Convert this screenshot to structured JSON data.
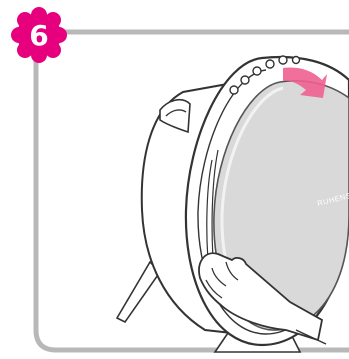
{
  "step": {
    "number": "6",
    "badge_color": "#e6007e"
  },
  "device": {
    "brand_text": "RUHENS",
    "cover_color": "#d9d9d9",
    "body_color": "#ffffff"
  },
  "frame": {
    "border_color": "#b8b8b8"
  },
  "arrow": {
    "color": "#ee5f90",
    "direction": "down-right"
  },
  "icons": [
    "step-badge-icon",
    "direction-arrow-icon",
    "hand-icon"
  ]
}
